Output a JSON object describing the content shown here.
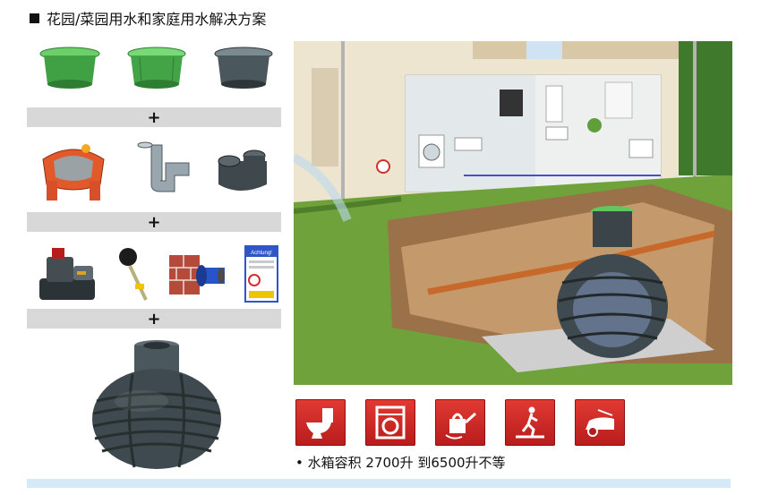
{
  "page": {
    "title": "花园/菜园用水和家庭用水解决方案",
    "caption_bullet": "•",
    "caption": "水箱容积  2700升  到6500升不等"
  },
  "components": {
    "plus_sign": "+",
    "sign_heading": "Achtung!"
  },
  "colors": {
    "icon_red": "#d32f2f",
    "lid_green": "#4caf50",
    "tank_dark": "#3d4a4e",
    "pipe_orange": "#c8692c",
    "caption_bar": "#d6e9f6"
  },
  "icons": [
    "toilet-icon",
    "washing-machine-icon",
    "watering-can-icon",
    "garden-path-icon",
    "car-wash-icon"
  ]
}
